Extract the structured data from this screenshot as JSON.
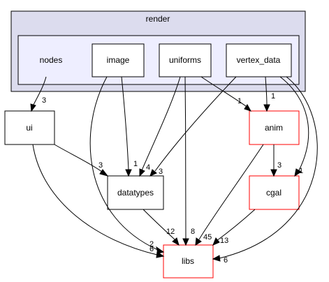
{
  "colors": {
    "outer_cluster_fill": "#dcdcee",
    "inner_cluster_fill": "#eeeeff",
    "edge": "#000000",
    "external_dir_border": "#ff0000"
  },
  "cluster": {
    "title": "render",
    "parent_node_label": "nodes"
  },
  "nodes": {
    "image": "image",
    "uniforms": "uniforms",
    "vertex_data": "vertex_data",
    "ui": "ui",
    "anim": "anim",
    "datatypes": "datatypes",
    "cgal": "cgal",
    "libs": "libs"
  },
  "edge_labels": {
    "nodes_ui": "3",
    "ui_datatypes": "3",
    "image_datatypes": "1",
    "uniforms_datatypes": "4",
    "vertex_datatypes": "3",
    "uniforms_anim": "1",
    "vertex_anim": "1",
    "vertex_cgal": "1",
    "anim_cgal": "3",
    "datatypes_libs": "12",
    "uniforms_libs": "8",
    "anim_libs": "45",
    "cgal_libs": "13",
    "vertex_libs": "6",
    "ui_libs": "6",
    "image_libs": "2"
  }
}
